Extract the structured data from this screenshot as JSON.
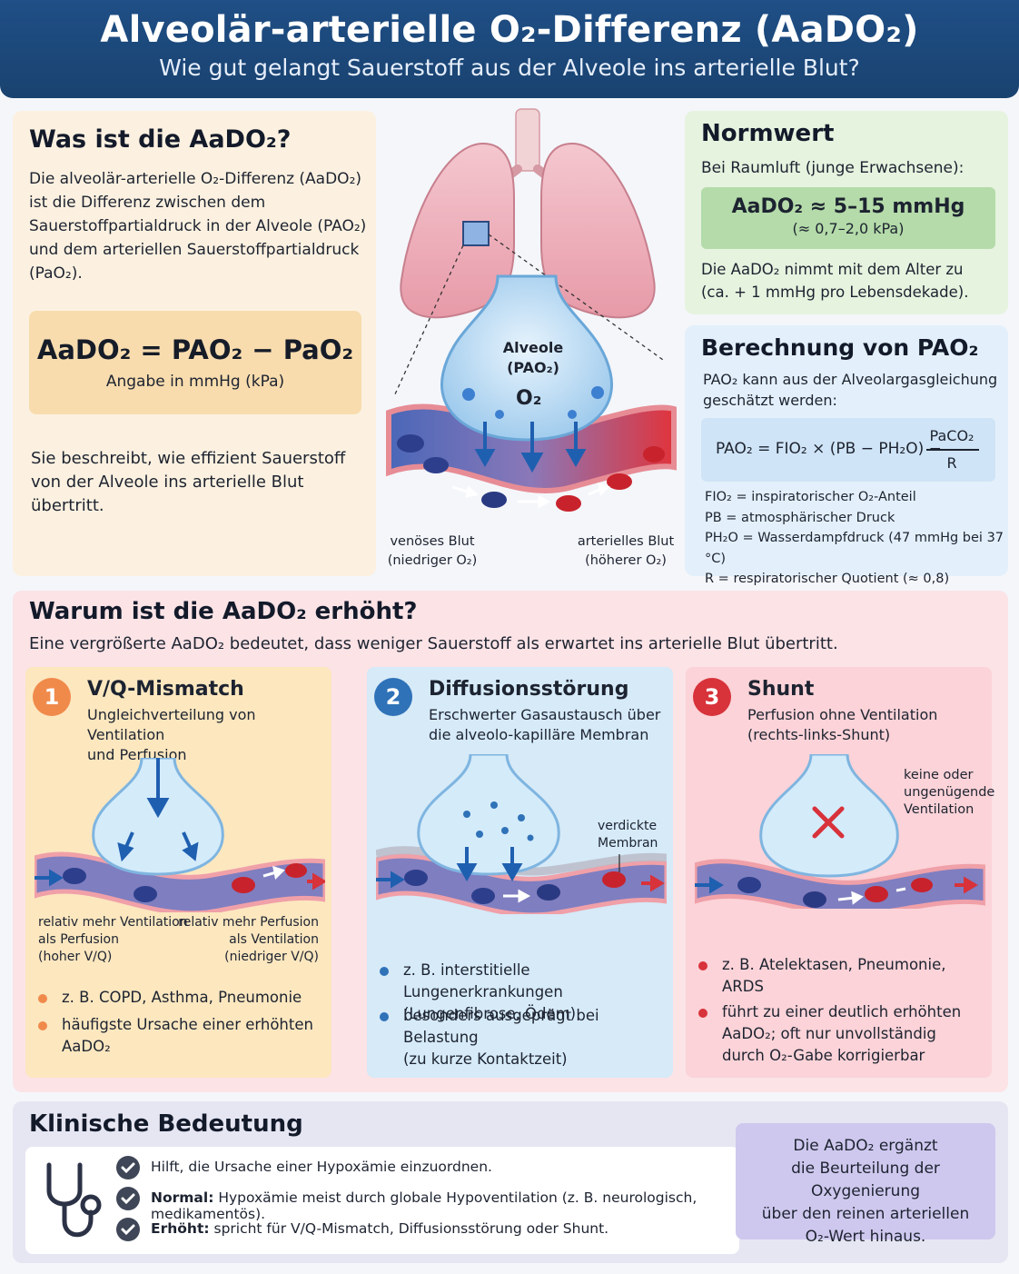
{
  "header": {
    "title": "Alveolär-arterielle O₂-Differenz (AaDO₂)",
    "subtitle": "Wie gut gelangt Sauerstoff aus der Alveole ins arterielle Blut?"
  },
  "what": {
    "title": "Was ist die AaDO₂?",
    "text": [
      "Die alveolär-arterielle O₂-Differenz (AaDO₂)",
      "ist die Differenz zwischen dem",
      "Sauerstoffpartialdruck in der Alveole (PAO₂)",
      "und dem arteriellen Sauerstoffpartialdruck",
      "(PaO₂)."
    ],
    "formula": "AaDO₂ = PAO₂ − PaO₂",
    "formula_unit": "Angabe in mmHg (kPa)",
    "summary": [
      "Sie beschreibt, wie effizient Sauerstoff",
      "von der Alveole ins arterielle Blut übertritt."
    ]
  },
  "diagram": {
    "alveole_label": "Alveole",
    "alveole_sub": "(PAO₂)",
    "o2": "O₂",
    "venous": [
      "venöses Blut",
      "(niedriger O₂)"
    ],
    "arterial": [
      "arterielles Blut",
      "(höherer O₂)"
    ]
  },
  "norm": {
    "title": "Normwert",
    "intro": "Bei Raumluft (junge Erwachsene):",
    "value": "AaDO₂ ≈ 5–15 mmHg",
    "kpa": "(≈ 0,7–2,0 kPa)",
    "note": [
      "Die AaDO₂ nimmt mit dem Alter zu",
      "(ca. + 1 mmHg pro Lebensdekade)."
    ]
  },
  "calc": {
    "title": "Berechnung von PAO₂",
    "intro": [
      "PAO₂ kann aus der Alveolargasgleichung",
      "geschätzt werden:"
    ],
    "equation": "PAO₂ = FIO₂ × (PB − PH₂O) −",
    "numerator": "PaCO₂",
    "denominator": "R",
    "legend": [
      "FIO₂ = inspiratorischer O₂-Anteil",
      "PB = atmosphärischer Druck",
      "PH₂O = Wasserdampfdruck (47 mmHg bei 37 °C)",
      "R = respiratorischer Quotient (≈ 0,8)"
    ]
  },
  "why": {
    "title": "Warum ist die AaDO₂ erhöht?",
    "intro": "Eine vergrößerte AaDO₂ bedeutet, dass weniger Sauerstoff als erwartet ins arterielle Blut übertritt.",
    "causes": [
      {
        "num": "1",
        "title": "V/Q-Mismatch",
        "desc": [
          "Ungleichverteilung von Ventilation",
          "und Perfusion"
        ],
        "left_label": [
          "relativ mehr Ventilation",
          "als Perfusion",
          "(hoher V/Q)"
        ],
        "right_label": [
          "relativ mehr Perfusion",
          "als Ventilation",
          "(niedriger V/Q)"
        ],
        "bullets": [
          [
            "z. B. COPD, Asthma, Pneumonie"
          ],
          [
            "häufigste Ursache einer erhöhten AaDO₂"
          ]
        ]
      },
      {
        "num": "2",
        "title": "Diffusionsstörung",
        "desc": [
          "Erschwerter Gasaustausch über",
          "die alveolo-kapilläre Membran"
        ],
        "membrane_label": [
          "verdickte",
          "Membran"
        ],
        "bullets": [
          [
            "z. B. interstitielle Lungenerkrankungen",
            "(Lungenfibrose, Ödem)"
          ],
          [
            "besonders ausgeprägt bei Belastung",
            "(zu kurze Kontaktzeit)"
          ]
        ]
      },
      {
        "num": "3",
        "title": "Shunt",
        "desc": [
          "Perfusion ohne Ventilation",
          "(rechts-links-Shunt)"
        ],
        "vent_label": [
          "keine oder",
          "ungenügende",
          "Ventilation"
        ],
        "bullets": [
          [
            "z. B. Atelektasen, Pneumonie,",
            "ARDS"
          ],
          [
            "führt zu einer deutlich erhöhten",
            "AaDO₂; oft nur unvollständig",
            "durch O₂-Gabe korrigierbar"
          ]
        ]
      }
    ]
  },
  "clinical": {
    "title": "Klinische Bedeutung",
    "items": [
      {
        "bold": "",
        "text": "Hilft, die Ursache einer Hypoxämie einzuordnen."
      },
      {
        "bold": "Normal:",
        "text": " Hypoxämie meist durch globale Hypoventilation (z. B. neurologisch, medikamentös)."
      },
      {
        "bold": "Erhöht:",
        "text": " spricht für V/Q-Mismatch, Diffusionsstörung oder Shunt."
      }
    ],
    "note": [
      "Die AaDO₂ ergänzt",
      "die Beurteilung der Oxygenierung",
      "über den reinen arteriellen",
      "O₂-Wert hinaus."
    ]
  },
  "colors": {
    "header": "#1f4f86",
    "cause1": "#f08a4b",
    "cause2": "#2f72b8",
    "cause3": "#d8323a",
    "vein": "#3f5fb0",
    "artery": "#e0343c"
  }
}
